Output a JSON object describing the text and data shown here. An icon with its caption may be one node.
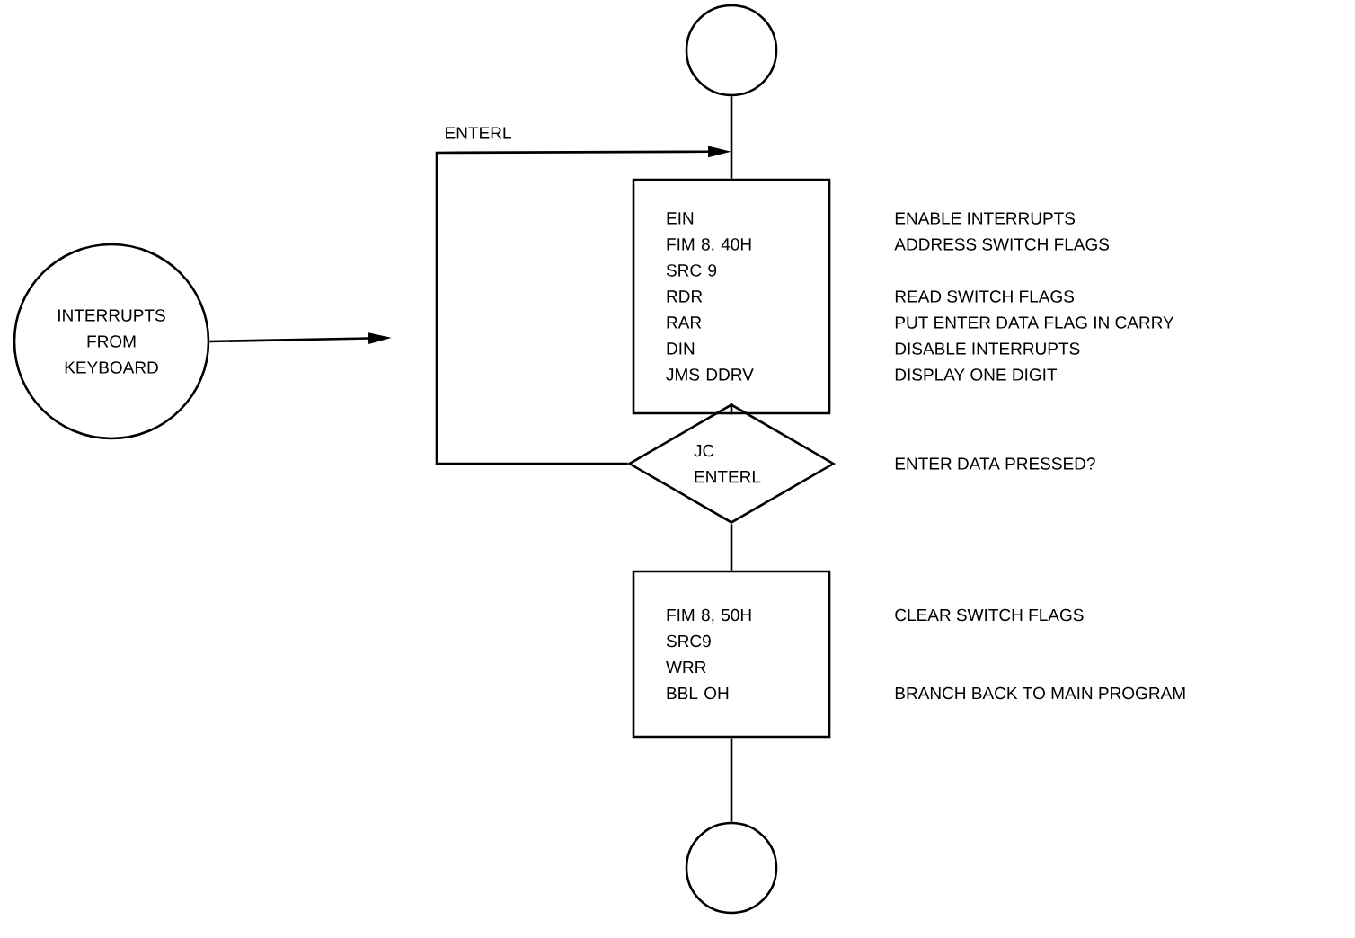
{
  "diagram": {
    "nodes": [
      {
        "text": [],
        "shape": "circle"
      },
      {
        "text": [
          "INTERRUPTS FROM KEYBOARD"
        ]
      },
      {
        "text": [
          "EIN",
          "FIM 8, 40H",
          "SRC 9",
          "RDR",
          "RAR",
          "DIN",
          "JMS DDRV"
        ],
        "beside": [
          "ENABLE INTERRUPTS",
          "ADDRESS SWITCH FLAGS",
          "READ SWITCH FLAGS",
          "PUT ENTER DATA FLAG IN CARRY",
          "DISABLE INTERRUPTS",
          "DISPLAY ONE DIGIT"
        ]
      },
      {
        "text": [
          "JC ENTERL"
        ],
        "beside": [
          "ENTER DATA PRESSED?"
        ]
      },
      {
        "text": [
          "FIM 8, 50H",
          "SRC9",
          "WRR",
          "BBL OH"
        ],
        "beside": [
          "CLEAR SWITCH FLAGS",
          "BRANCH BACK TO MAIN PROGRAM"
        ]
      },
      {
        "text": [],
        "shape": "circle"
      }
    ],
    "edges": [
      {
        "from": 0,
        "to": 2,
        "arrow": "none"
      },
      {
        "from": 2,
        "to": 3,
        "arrow": "none"
      },
      {
        "from": 3,
        "to": 2,
        "arrow": "to",
        "label": "ENTERL"
      },
      {
        "from": 3,
        "to": 4,
        "arrow": "none"
      },
      {
        "from": 4,
        "to": 5,
        "arrow": "none"
      },
      {
        "from": 1,
        "to": null,
        "arrow": "to"
      }
    ]
  }
}
